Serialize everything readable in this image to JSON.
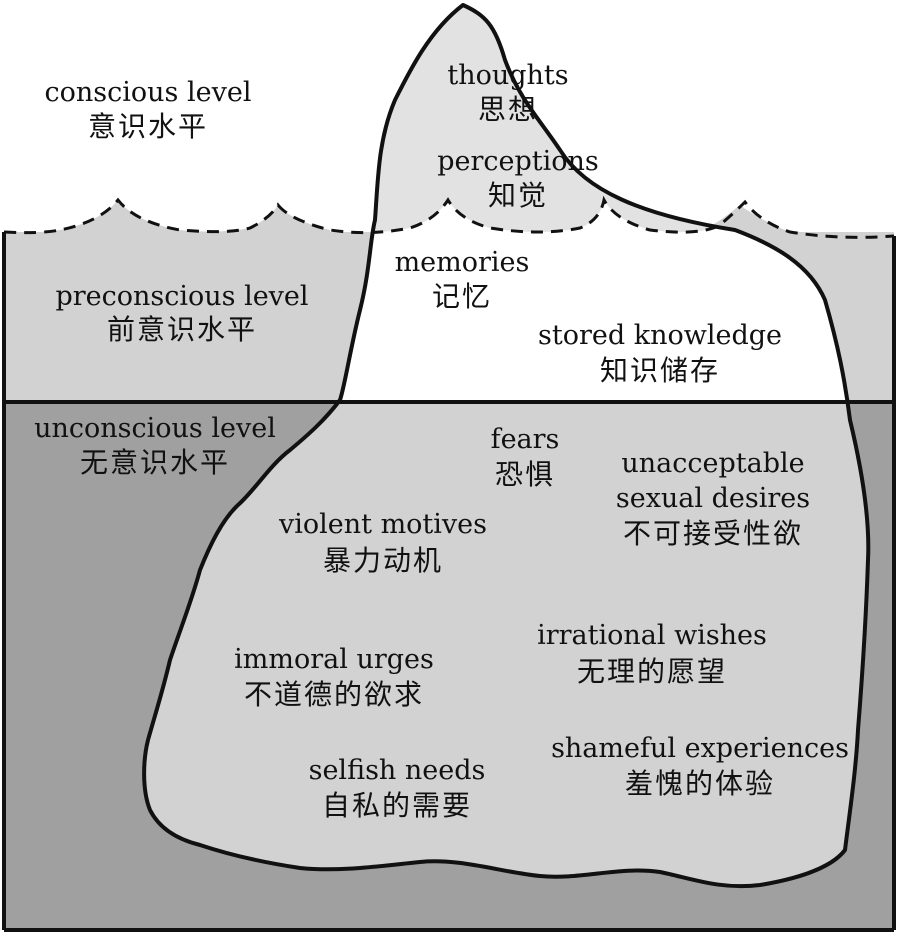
{
  "colors": {
    "background": "#ffffff",
    "preconscious_band": "#d2d2d2",
    "unconscious_band": "#a0a0a0",
    "iceberg_above_water": "#e2e2e2",
    "iceberg_preconscious": "#ffffff",
    "iceberg_below": "#d2d2d2",
    "outline": "#111111"
  },
  "levels": {
    "conscious": {
      "en": "conscious level",
      "zh": "意识水平"
    },
    "preconscious": {
      "en": "preconscious level",
      "zh": "前意识水平"
    },
    "unconscious": {
      "en": "unconscious level",
      "zh": "无意识水平"
    }
  },
  "conscious_items": [
    {
      "en": "thoughts",
      "zh": "思想"
    },
    {
      "en": "perceptions",
      "zh": "知觉"
    }
  ],
  "preconscious_items": [
    {
      "en": "memories",
      "zh": "记忆"
    },
    {
      "en": "stored knowledge",
      "zh": "知识储存"
    }
  ],
  "unconscious_items": [
    {
      "en": "fears",
      "zh": "恐惧"
    },
    {
      "en": "unacceptable",
      "en2": "sexual desires",
      "zh": "不可接受性欲"
    },
    {
      "en": "violent motives",
      "zh": "暴力动机"
    },
    {
      "en": "irrational wishes",
      "zh": "无理的愿望"
    },
    {
      "en": "immoral urges",
      "zh": "不道德的欲求"
    },
    {
      "en": "shameful experiences",
      "zh": "羞愧的体验"
    },
    {
      "en": "selfish needs",
      "zh": "自私的需要"
    }
  ]
}
